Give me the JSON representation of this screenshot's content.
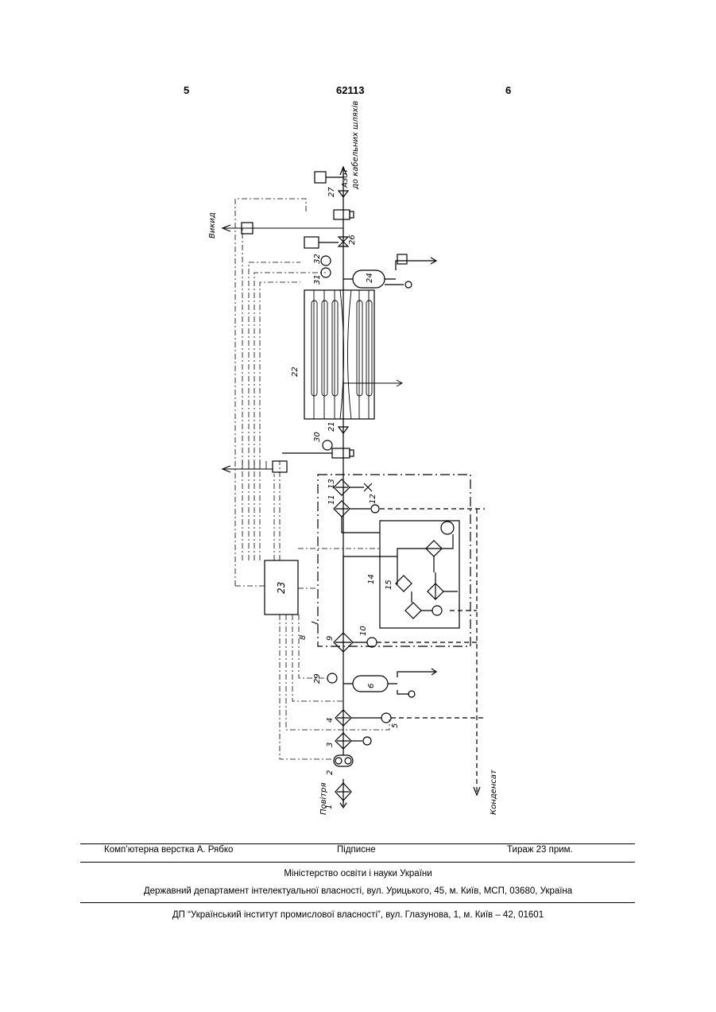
{
  "header": {
    "left_page": "5",
    "patent_number": "62113",
    "right_page": "6"
  },
  "diagram": {
    "labels": {
      "n1": "1",
      "n2": "2",
      "n3": "3",
      "n4": "4",
      "n5": "5",
      "n6": "6",
      "n8": "8",
      "n9": "9",
      "n10": "10",
      "n11": "11",
      "n12": "12",
      "n13": "13",
      "n14": "14",
      "n15": "15",
      "n21": "21",
      "n22": "22",
      "n23": "23",
      "n24": "24",
      "n26": "26",
      "n27": "27",
      "n29": "29",
      "n30": "30",
      "n31": "31",
      "n32": "32"
    },
    "text": {
      "air": "Повітря",
      "condensate": "Конденсат",
      "exhaust": "Викид",
      "nitrogen_line1": "Азот",
      "nitrogen_line2": "до кабельних шляхів"
    }
  },
  "footer": {
    "layout_credit": "Комп’ютерна верстка А. Рябко",
    "subscription": "Підписне",
    "circulation": "Тираж 23 прим.",
    "ministry": "Міністерство освіти і науки України",
    "department": "Державний департамент інтелектуальної власності, вул. Урицького, 45, м. Київ, МСП, 03680, Україна",
    "institute": "ДП “Український інститут промислової власності”, вул. Глазунова, 1, м. Київ – 42, 01601"
  }
}
